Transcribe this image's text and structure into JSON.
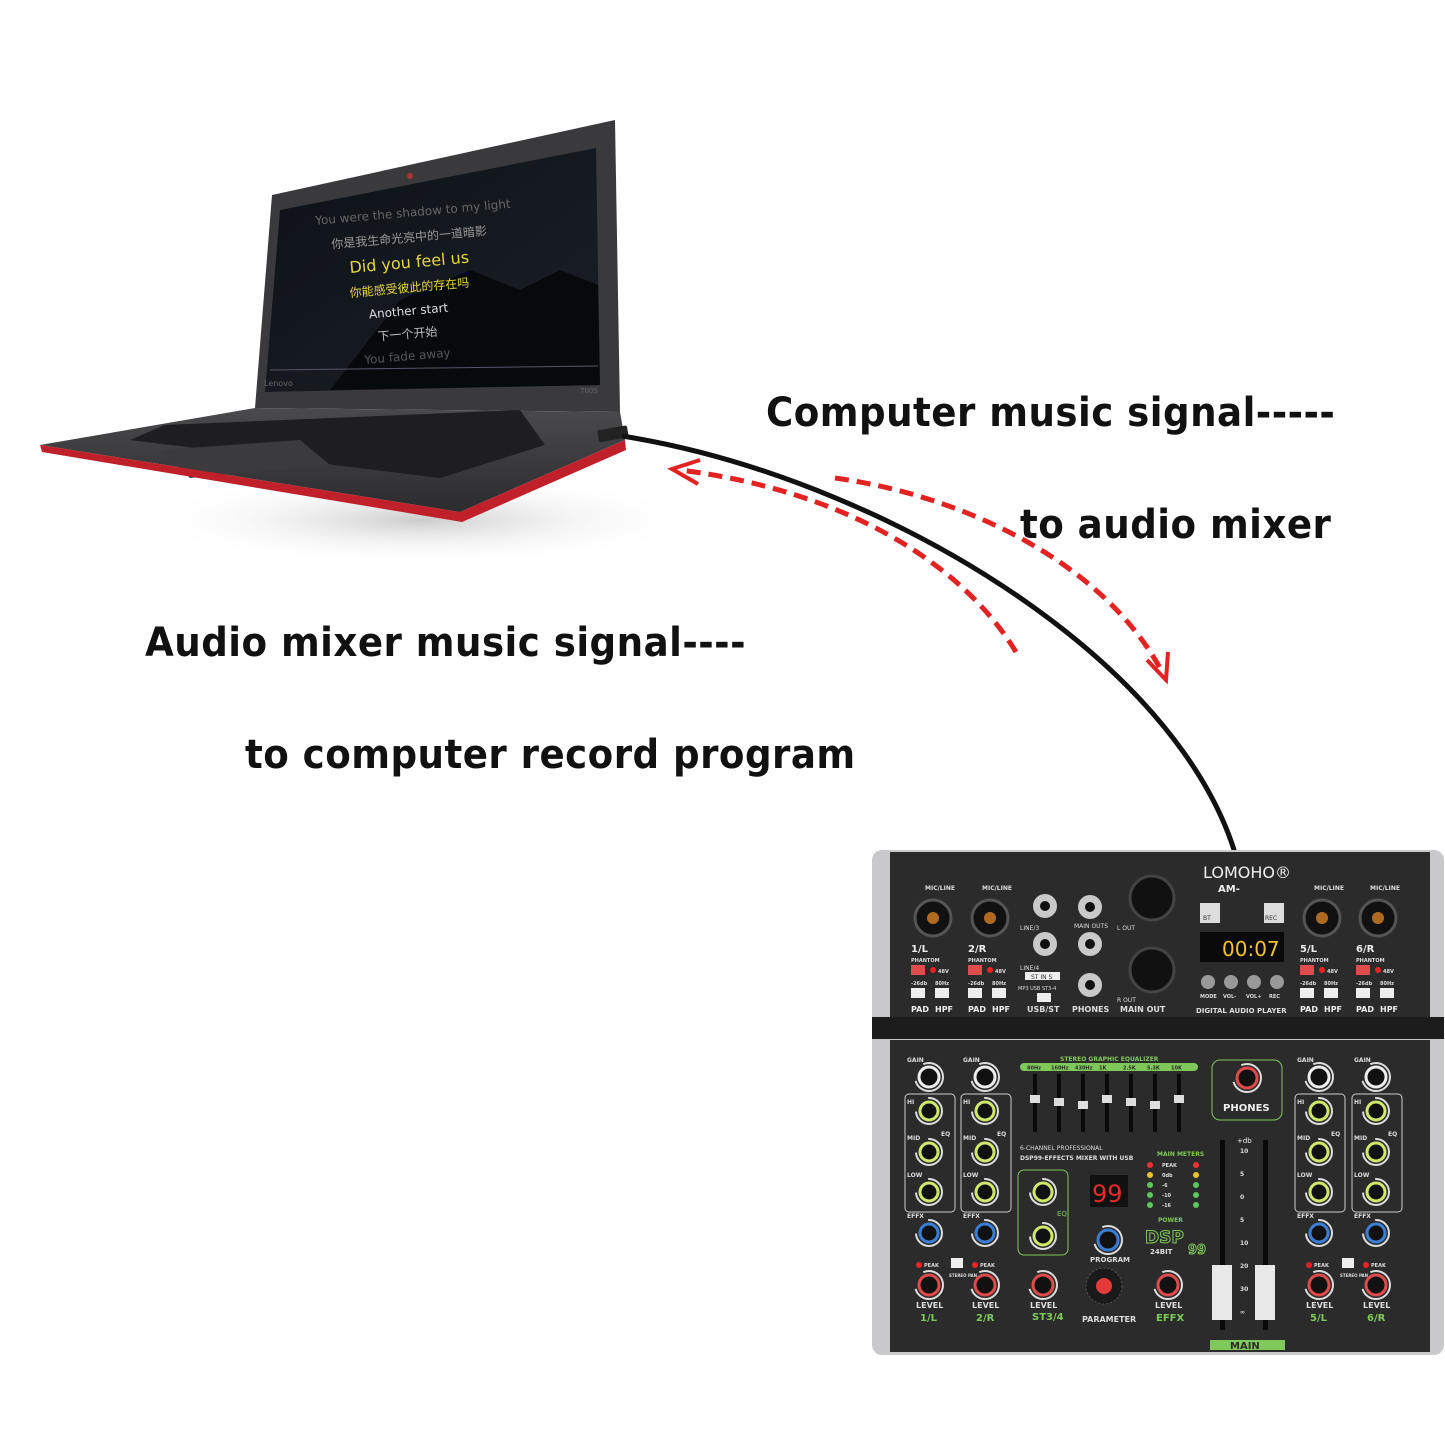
{
  "captions": {
    "computer_to_mixer_1": "Computer music signal-----",
    "computer_to_mixer_2": "to audio mixer",
    "mixer_to_computer_1": "Audio mixer music signal----",
    "mixer_to_computer_2": "to computer record program"
  },
  "colors": {
    "arrow": "#e32222",
    "laptop_trim": "#c0202a",
    "mixer_panel": "#2b2b2b",
    "mixer_green": "#7fc95a"
  },
  "laptop": {
    "brand": "Lenovo",
    "model": "700S",
    "lyrics": [
      "You were the shadow to my light",
      "你是我生命光亮中的一道暗影",
      "Did you feel us",
      "你能感受彼此的存在吗",
      "Another start",
      "下一个开始",
      "You fade away"
    ]
  },
  "mixer": {
    "brand": "LOMOHO®",
    "model": "AM-",
    "top": {
      "mic_line": "MIC/LINE",
      "phantom": "PHANTOM",
      "v48": "48V",
      "pad_val": "-26db",
      "hpf_val": "80Hz",
      "pad": "PAD",
      "hpf": "HPF",
      "channels": [
        "1/L",
        "2/R",
        "5/L",
        "6/R"
      ],
      "line3": "LINE/3",
      "line4": "LINE/4",
      "stins": "ST IN S",
      "mp3": "MP3 USB ST3-4",
      "usb_st": "USB/ST",
      "main_outs": "MAIN OUTS",
      "phones": "PHONES",
      "l_out": "L OUT",
      "r_out": "R OUT",
      "main_out": "MAIN OUT",
      "bt": "BT",
      "rec": "REC",
      "display_time": "00:07",
      "player_buttons": [
        "MODE",
        "VOL-",
        "VOL+",
        "REC"
      ],
      "digital_audio_player": "DIGITAL AUDIO PLAYER"
    },
    "bottom": {
      "gain": "GAIN",
      "hi": "HI",
      "mid": "MID",
      "low": "LOW",
      "eq": "EQ",
      "effx": "EFFX",
      "peak": "PEAK",
      "stereo_pan": "STEREO PAN",
      "level": "LEVEL",
      "channels": [
        "1/L",
        "2/R",
        "5/L",
        "6/R"
      ],
      "graphic_eq_title": "STEREO GRAPHIC EQUALIZER",
      "eq_bands": [
        "80Hz",
        "160Hz",
        "430Hz",
        "1K",
        "2.5K",
        "5.3K",
        "10K"
      ],
      "product_line1": "6-CHANNEL PROFESSIONAL",
      "product_line2": "DSP99-EFFECTS MIXER WITH USB",
      "st34": "ST3/4",
      "effects_display": "99",
      "program": "PROGRAM",
      "parameter": "PARAMETER",
      "effx_level": "EFFX",
      "dsp": "DSP",
      "dsp_num": "99",
      "bit": "24BIT",
      "meters_title": "MAIN METERS",
      "meter_labels": [
        "PEAK",
        "0db",
        "-6",
        "-10",
        "-16"
      ],
      "power": "POWER",
      "phones": "PHONES",
      "db": "+db",
      "fader_scale": [
        "10",
        "5",
        "0",
        "5",
        "10",
        "20",
        "30",
        "∞"
      ],
      "main": "MAIN"
    }
  }
}
